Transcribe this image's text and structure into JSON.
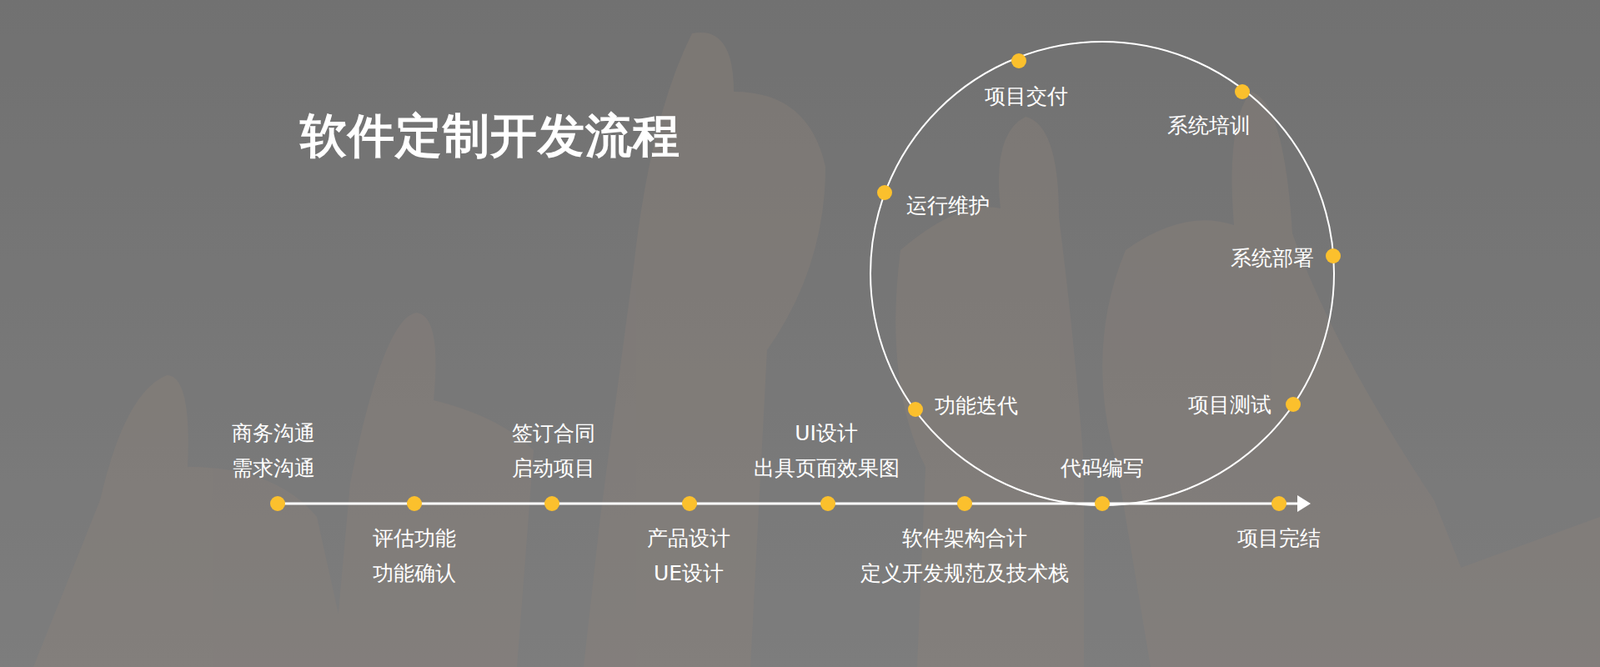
{
  "diagram": {
    "title": "软件定制开发流程",
    "labels": [
      "商务沟通",
      "需求沟通",
      "签订合同",
      "启动项目",
      "UI设计",
      "出具页面效果图",
      "评估功能",
      "功能确认",
      "产品设计",
      "UE设计",
      "软件架构合计",
      "定义开发规范及技术栈",
      "项目完结",
      "代码编写",
      "项目交付",
      "系统培训",
      "运行维护",
      "系统部署",
      "功能迭代",
      "项目测试"
    ]
  }
}
